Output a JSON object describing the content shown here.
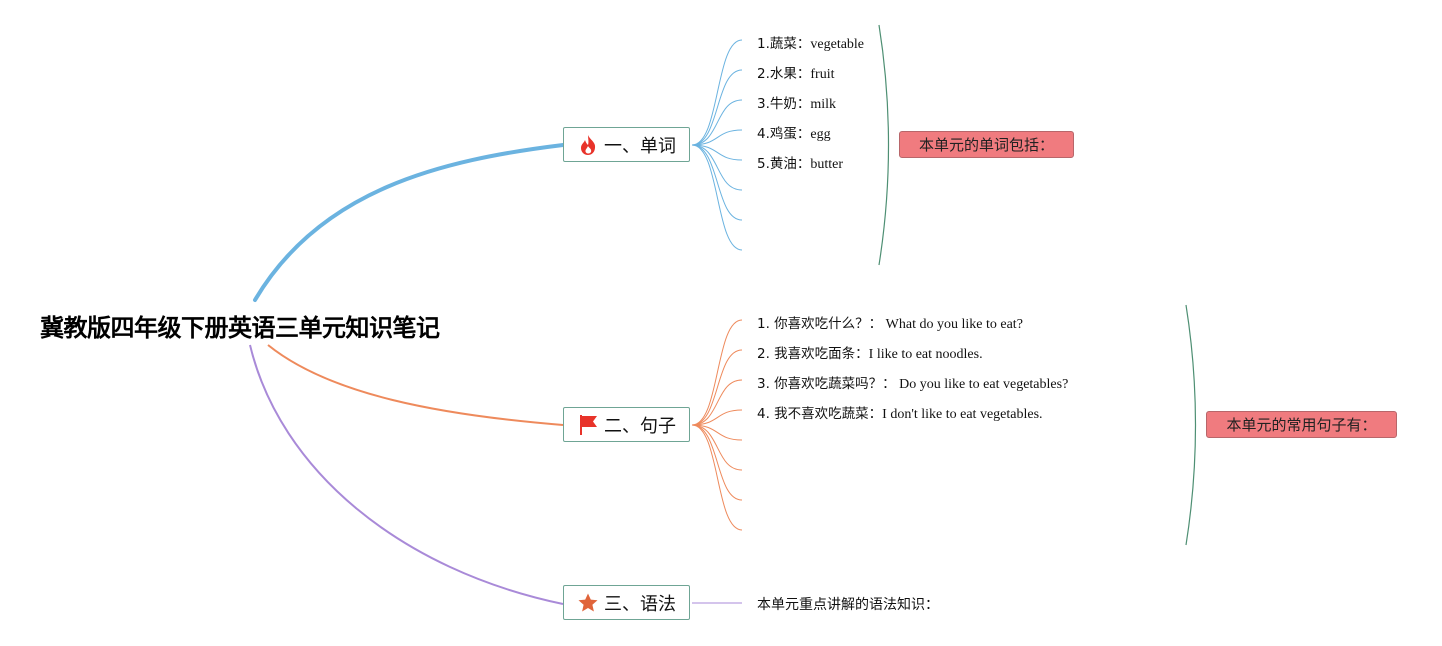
{
  "central_topic": "冀教版四年级下册英语三单元知识笔记",
  "colors": {
    "branch1": "#6bb3e0",
    "branch2": "#ee8a5c",
    "branch3": "#a98ad8",
    "summary_fill": "#f07b7f",
    "bracket": "#4e8f73",
    "node_border": "#6fa595"
  },
  "branches": [
    {
      "label": "一、单词",
      "icon": "fire-icon",
      "items": [
        {
          "cn": "1.蔬菜：",
          "en": "vegetable"
        },
        {
          "cn": "2.水果：",
          "en": "fruit"
        },
        {
          "cn": "3.牛奶：",
          "en": "milk"
        },
        {
          "cn": "4.鸡蛋：",
          "en": "egg"
        },
        {
          "cn": "5.黄油：",
          "en": "butter"
        }
      ],
      "summary": "本单元的单词包括："
    },
    {
      "label": "二、句子",
      "icon": "flag-icon",
      "items": [
        {
          "cn": "1. 你喜欢吃什么？：",
          "en": "What do you like to eat?"
        },
        {
          "cn": "2. 我喜欢吃面条：",
          "en": "I like to eat noodles."
        },
        {
          "cn": "3. 你喜欢吃蔬菜吗？：",
          "en": "Do you like to eat vegetables?"
        },
        {
          "cn": "4. 我不喜欢吃蔬菜：",
          "en": "I don't like to eat vegetables."
        }
      ],
      "summary": "本单元的常用句子有："
    },
    {
      "label": "三、语法",
      "icon": "star-icon",
      "items": [
        {
          "cn": "本单元重点讲解的语法知识：",
          "en": ""
        }
      ]
    }
  ]
}
